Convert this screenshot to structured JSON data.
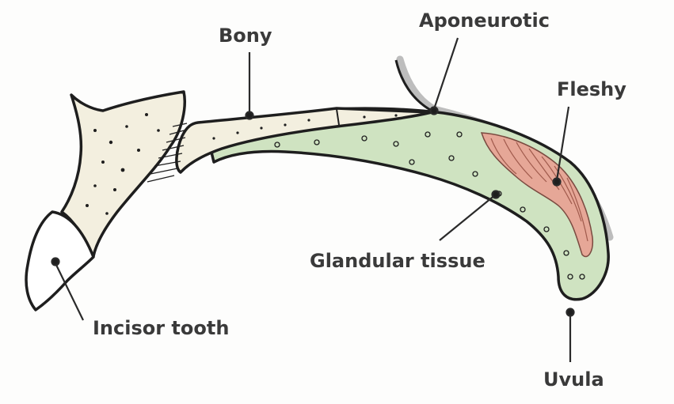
{
  "labels": {
    "bony": "Bony",
    "aponeurotic": "Aponeurotic",
    "fleshy": "Fleshy",
    "glandular": "Glandular tissue",
    "incisor": "Incisor tooth",
    "uvula": "Uvula"
  },
  "colors": {
    "outline": "#1e1e1e",
    "bone": "#f3efdf",
    "glandular": "#cfe3c1",
    "muscle": "#e6a797",
    "aponeurosis": "#bdbdbd",
    "label_text": "#3a3a3a"
  }
}
